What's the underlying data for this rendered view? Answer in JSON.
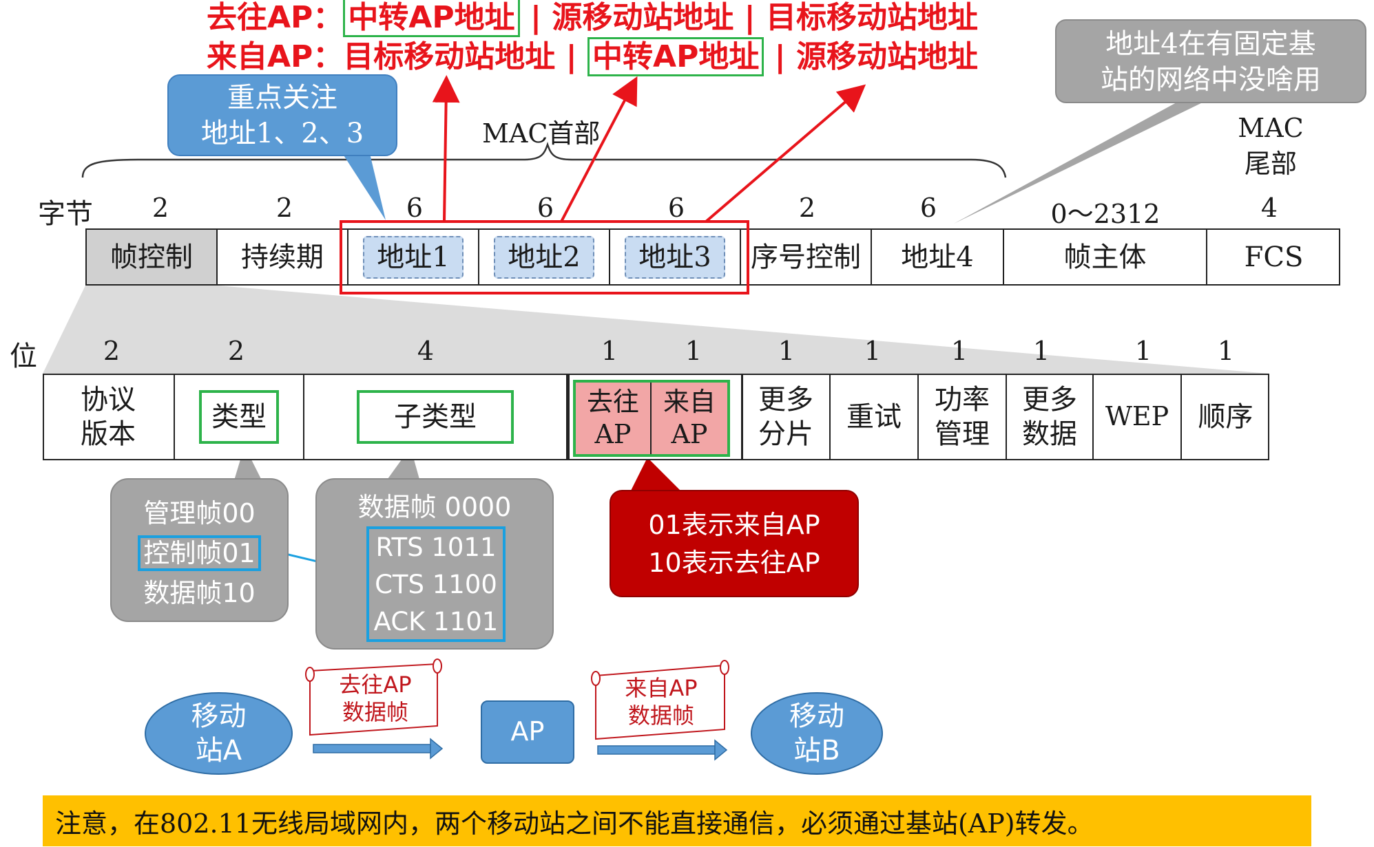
{
  "top_title": {
    "line1": {
      "label": "去往AP：",
      "g": "中转AP地址",
      "s1": " | ",
      "b": "源移动站地址",
      "s2": " | ",
      "c": "目标移动站地址"
    },
    "line2": {
      "label": "来自AP：",
      "a": "目标移动站地址",
      "s1": " | ",
      "g": "中转AP地址",
      "s2": " | ",
      "c": "源移动站地址"
    }
  },
  "focus_callout": {
    "line1": "重点关注",
    "line2": "地址1、2、3"
  },
  "addr4_callout": {
    "line1": "地址4在有固定基",
    "line2": "站的网络中没啥用"
  },
  "mac_header_label": "MAC首部",
  "mac_trailer_label": {
    "line1": "MAC",
    "line2": "尾部"
  },
  "byte_row": {
    "label": "字节",
    "sizes": [
      "2",
      "2",
      "6",
      "6",
      "6",
      "2",
      "6",
      "0～2312",
      "4"
    ],
    "fields": [
      "帧控制",
      "持续期",
      "地址1",
      "地址2",
      "地址3",
      "序号控制",
      "地址4",
      "帧主体",
      "FCS"
    ]
  },
  "bit_row": {
    "label": "位",
    "sizes": [
      "2",
      "2",
      "4",
      "1",
      "1",
      "1",
      "1",
      "1",
      "1",
      "1",
      "1"
    ],
    "fields": [
      {
        "l1": "协议",
        "l2": "版本"
      },
      {
        "l1": "类型",
        "l2": ""
      },
      {
        "l1": "子类型",
        "l2": ""
      },
      {
        "l1": "去往",
        "l2": "AP"
      },
      {
        "l1": "来自",
        "l2": "AP"
      },
      {
        "l1": "更多",
        "l2": "分片"
      },
      {
        "l1": "重试",
        "l2": ""
      },
      {
        "l1": "功率",
        "l2": "管理"
      },
      {
        "l1": "更多",
        "l2": "数据"
      },
      {
        "l1": "WEP",
        "l2": ""
      },
      {
        "l1": "顺序",
        "l2": ""
      }
    ]
  },
  "type_callout": {
    "items": [
      "管理帧00",
      "控制帧01",
      "数据帧10"
    ]
  },
  "subtype_callout": {
    "items": [
      "数据帧 0000",
      "RTS 1011",
      "CTS 1100",
      "ACK 1101"
    ]
  },
  "ap_flag_callout": {
    "line1": "01表示来自AP",
    "line2": "10表示去往AP"
  },
  "flow": {
    "station_a": {
      "l1": "移动",
      "l2": "站A"
    },
    "scroll1": {
      "l1": "去往AP",
      "l2": "数据帧"
    },
    "ap": "AP",
    "scroll2": {
      "l1": "来自AP",
      "l2": "数据帧"
    },
    "station_b": {
      "l1": "移动",
      "l2": "站B"
    }
  },
  "note": "注意，在802.11无线局域网内，两个移动站之间不能直接通信，必须通过基站(AP)转发。",
  "colors": {
    "red": "#e8141b",
    "green": "#2db34a",
    "blue_callout": "#5b9bd5",
    "gray_callout": "#a5a5a5",
    "dark_red": "#c00000",
    "note_bg": "#ffc000",
    "cyan_box": "#1aa0e0"
  }
}
